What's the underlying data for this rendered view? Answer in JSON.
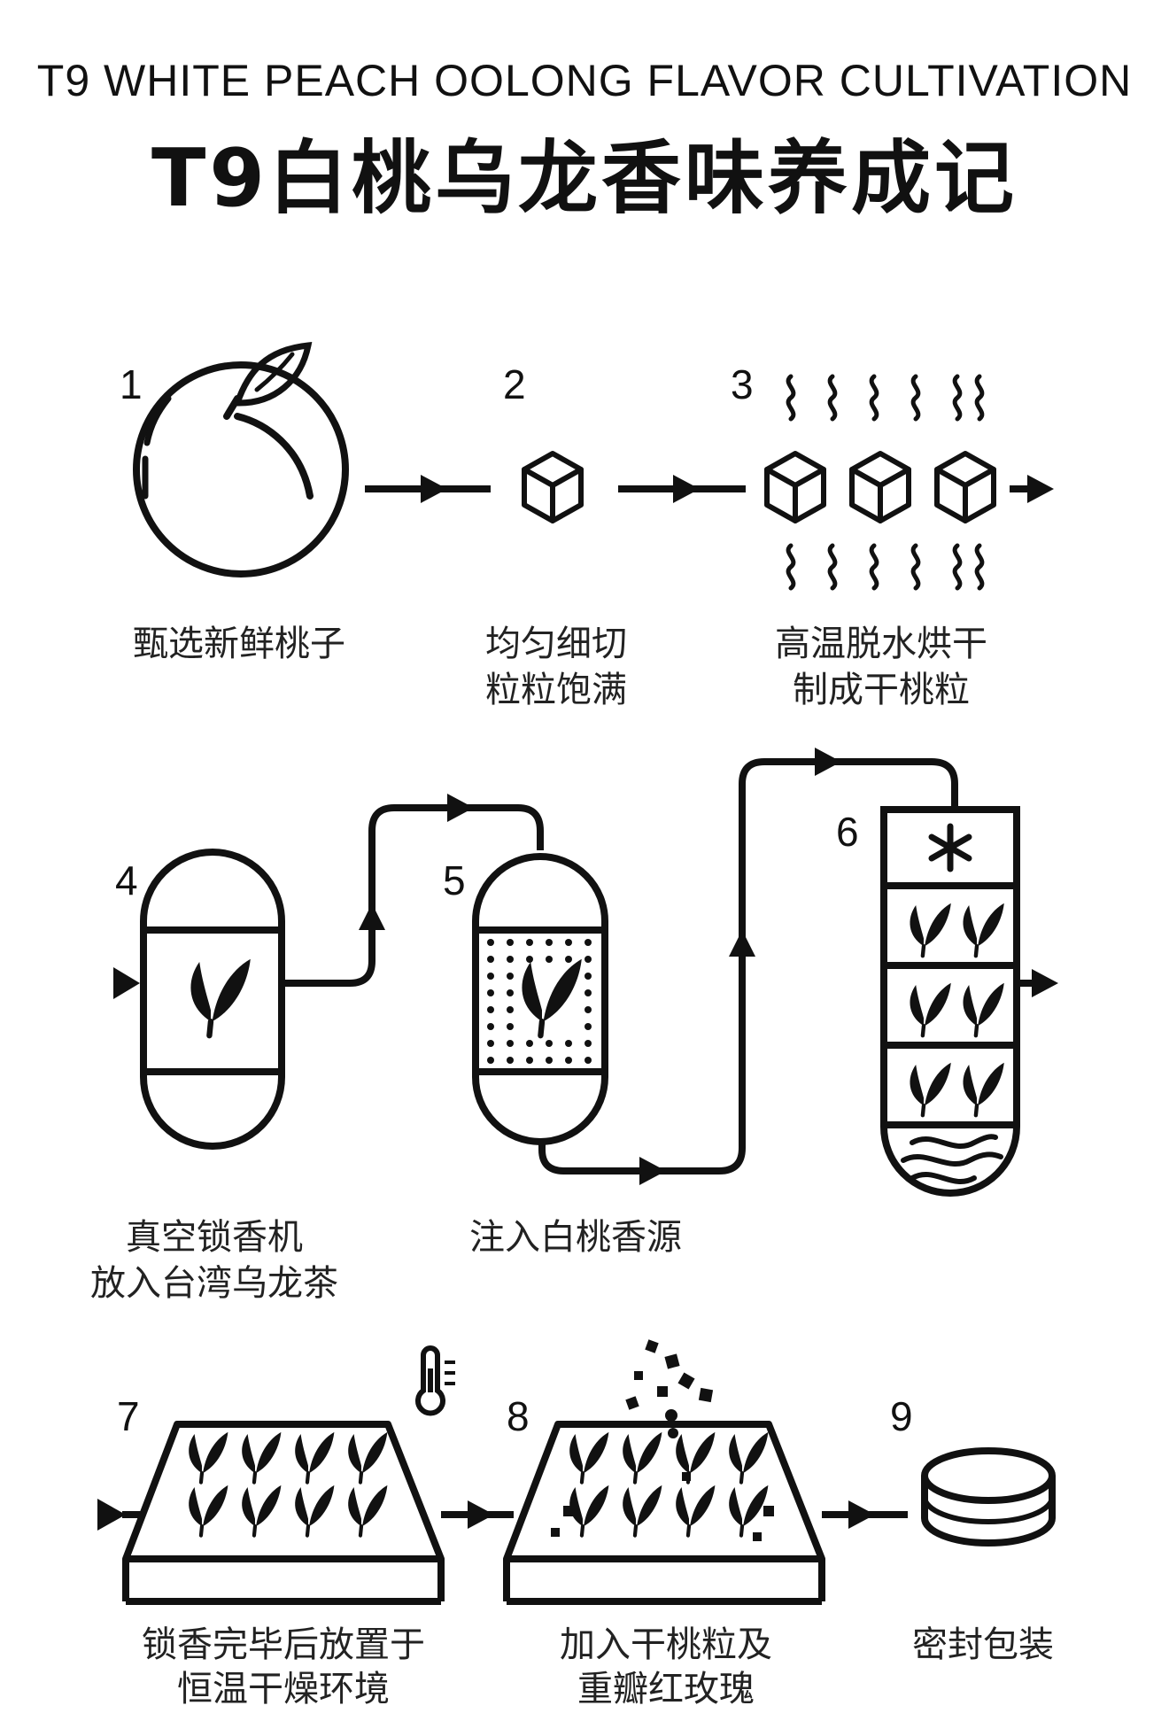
{
  "title_en": "T9 WHITE PEACH OOLONG FLAVOR CULTIVATION",
  "title_zh": "T9白桃乌龙香味养成记",
  "steps": [
    {
      "num": "1",
      "lines": [
        "甄选新鲜桃子"
      ]
    },
    {
      "num": "2",
      "lines": [
        "均匀细切",
        "粒粒饱满"
      ]
    },
    {
      "num": "3",
      "lines": [
        "高温脱水烘干",
        "制成干桃粒"
      ]
    },
    {
      "num": "4",
      "lines": [
        "真空锁香机",
        "放入台湾乌龙茶"
      ]
    },
    {
      "num": "5",
      "lines": [
        "注入白桃香源"
      ]
    },
    {
      "num": "6",
      "lines": []
    },
    {
      "num": "7",
      "lines": [
        "锁香完毕后放置于",
        "恒温干燥环境"
      ]
    },
    {
      "num": "8",
      "lines": [
        "加入干桃粒及",
        "重瓣红玫瑰"
      ]
    },
    {
      "num": "9",
      "lines": [
        "密封包装"
      ]
    }
  ],
  "icons": [
    "peach-icon",
    "cube-icon",
    "steam-icon",
    "vessel-icon",
    "leaf-icon",
    "snowflake-icon",
    "waves-icon",
    "thermometer-icon",
    "tray-icon",
    "tin-icon"
  ],
  "watermark": "⠀⠀⠀"
}
